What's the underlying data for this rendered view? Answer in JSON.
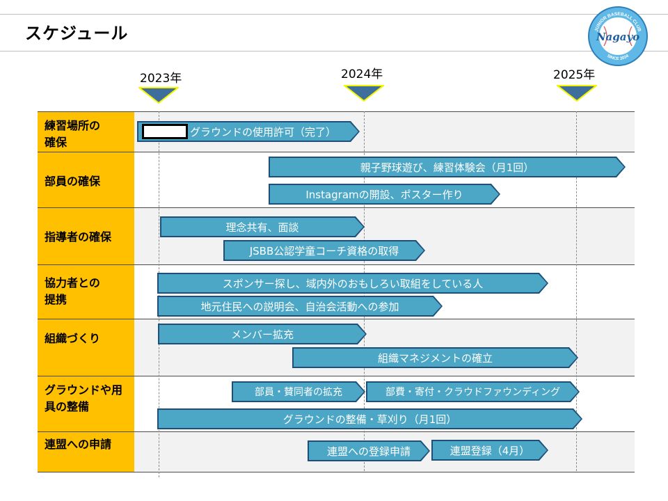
{
  "header": {
    "title": "スケジュール"
  },
  "logo": {
    "top_text": "JUNIOR BASEBALL CLUB",
    "name": "Nagayo",
    "bottom_text": "SINCE 2024"
  },
  "years": [
    {
      "label": "2023年"
    },
    {
      "label": "2024年"
    },
    {
      "label": "2025年"
    }
  ],
  "rows": [
    {
      "label": "練習場所の\n確保",
      "tasks": [
        {
          "label": "グラウンドの使用許可（完了）"
        }
      ]
    },
    {
      "label": "部員の確保",
      "tasks": [
        {
          "label": "親子野球遊び、練習体験会（月1回）"
        },
        {
          "label": "Instagramの開設、ポスター作り"
        }
      ]
    },
    {
      "label": "指導者の確保",
      "tasks": [
        {
          "label": "理念共有、面談"
        },
        {
          "label": "JSBB公認学童コーチ資格の取得"
        }
      ]
    },
    {
      "label": "協力者との\n提携",
      "tasks": [
        {
          "label": "スポンサー探し、域内外のおもしろい取組をしている人"
        },
        {
          "label": "地元住民への説明会、自治会活動への参加"
        }
      ]
    },
    {
      "label": "組織づくり",
      "tasks": [
        {
          "label": "メンバー拡充"
        },
        {
          "label": "組織マネジメントの確立"
        }
      ]
    },
    {
      "label": "グラウンドや用\n具の整備",
      "tasks": [
        {
          "label": "部員・賛同者の拡充"
        },
        {
          "label": "部費・寄付・クラウドファウンディング"
        },
        {
          "label": "グラウンドの整備・草刈り（月1回）"
        }
      ]
    },
    {
      "label": "連盟への申請",
      "tasks": [
        {
          "label": "連盟への登録申請"
        },
        {
          "label": "連盟登録（4月）"
        }
      ]
    }
  ],
  "colors": {
    "label_bg": "#ffc000",
    "arrow_fill": "#4ba7c5",
    "arrow_border": "#1f4e79",
    "triangle_fill": "#3d6e9c",
    "triangle_border": "#f5f500"
  }
}
